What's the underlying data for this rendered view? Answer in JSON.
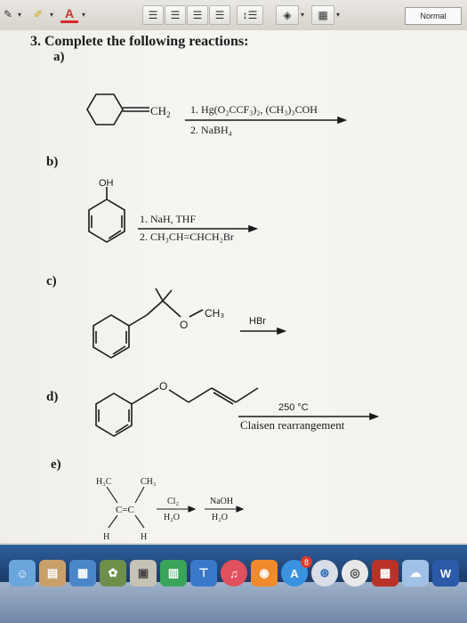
{
  "toolbar": {
    "style_box": "Normal",
    "font_color_letter": "A"
  },
  "question": {
    "title": "3. Complete the following reactions:",
    "parts": {
      "a": {
        "label": "a)",
        "substituent": "CH",
        "sub_sub": "2",
        "reagent1": "1. Hg(O₂CCF₃)₂, (CH₃)₃COH",
        "reagent2": "2. NaBH₄"
      },
      "b": {
        "label": "b)",
        "oh": "OH",
        "reagent1": "1. NaH, THF",
        "reagent2": "2. CH₃CH=CHCH₂Br"
      },
      "c": {
        "label": "c)",
        "o": "O",
        "ch3": "CH₃",
        "reagent": "HBr"
      },
      "d": {
        "label": "d)",
        "o": "O",
        "reagent1": "250 °C",
        "reagent2": "Claisen rearrangement"
      },
      "e": {
        "label": "e)",
        "h3c": "H₃C",
        "ch3": "CH₃",
        "h1": "H",
        "h2": "H",
        "c_eq_c": "C=C",
        "reagent1a": "Cl₂",
        "reagent1b": "H₂O",
        "reagent2a": "NaOH",
        "reagent2b": "H₂O"
      }
    }
  },
  "dock": {
    "icons": [
      "finder-icon",
      "contacts-icon",
      "calendar-icon",
      "photos-icon",
      "preview-icon",
      "numbers-icon",
      "keynote-icon",
      "music-icon",
      "books-icon",
      "app-store-icon",
      "safari-icon",
      "chrome-icon",
      "photo-booth-icon",
      "cloud-icon",
      "word-icon"
    ],
    "badge": "8"
  }
}
